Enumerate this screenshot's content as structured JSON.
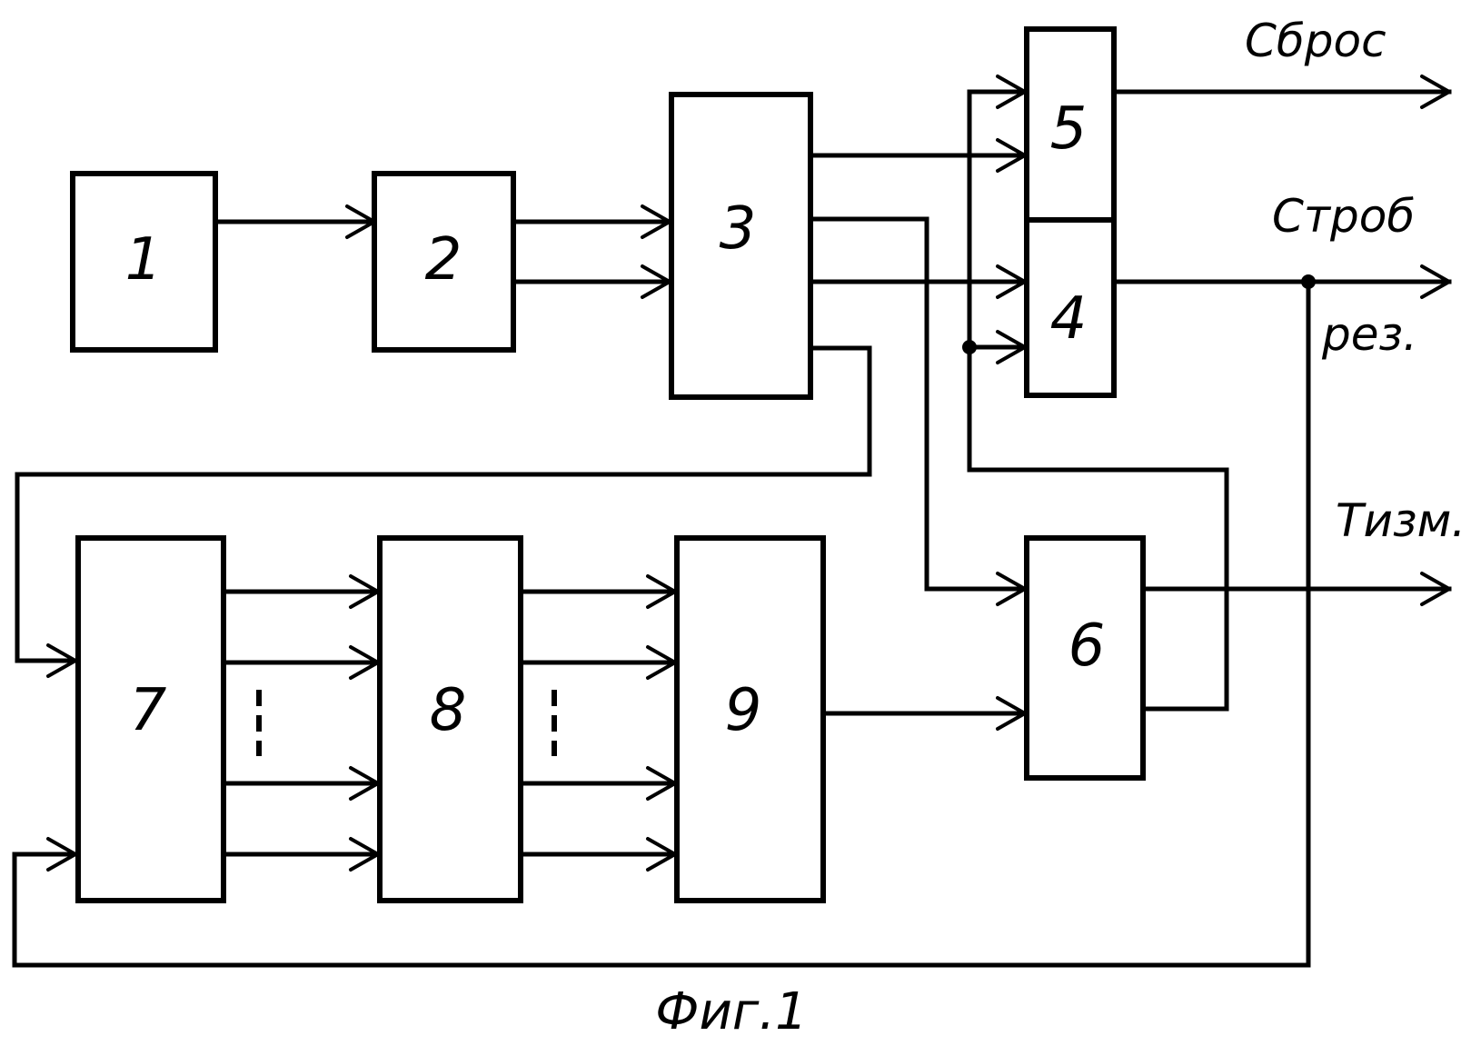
{
  "blocks": {
    "b1": "1",
    "b2": "2",
    "b3": "3",
    "b4": "4",
    "b5": "5",
    "b6": "6",
    "b7": "7",
    "b8": "8",
    "b9": "9"
  },
  "outputs": {
    "reset": "Сброс",
    "strobe": "Строб",
    "strobe_sub": "рез.",
    "tmeas": "Tизм."
  },
  "caption": "Фиг.1"
}
